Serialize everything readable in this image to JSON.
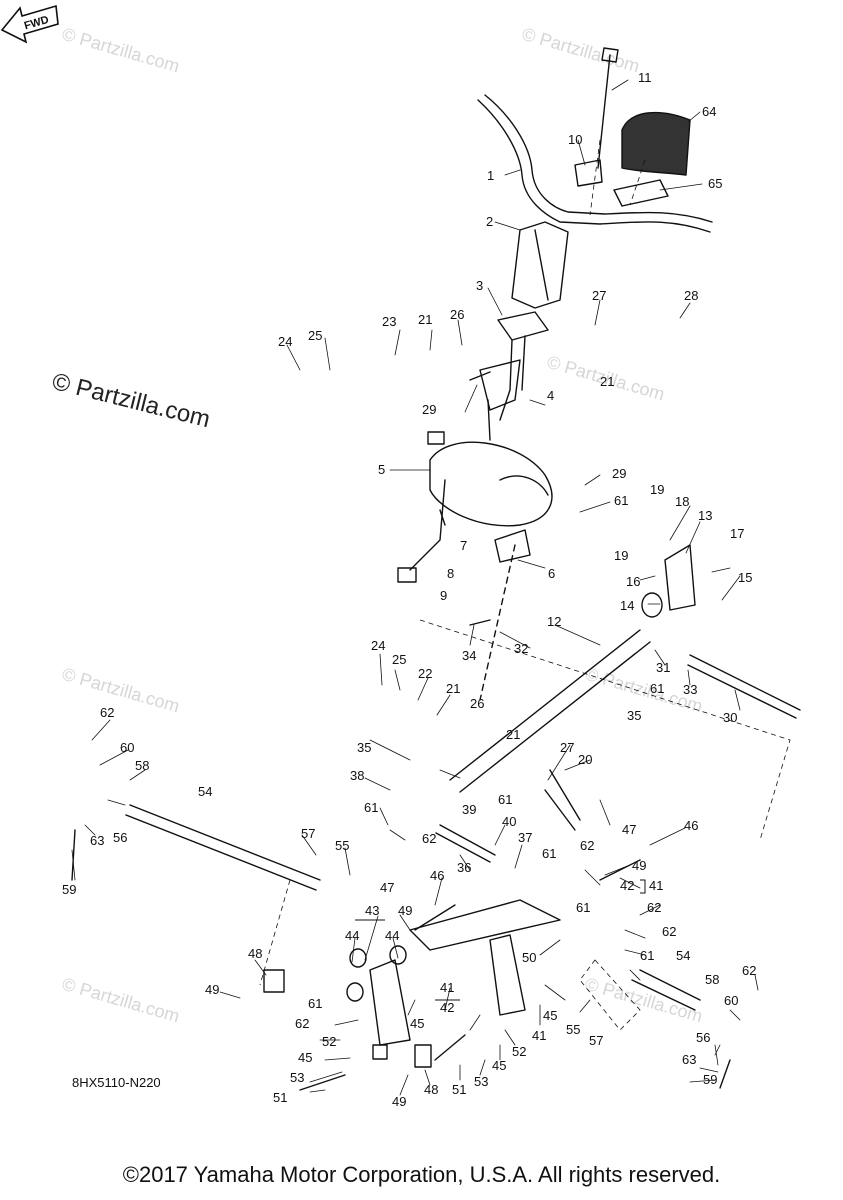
{
  "diagram": {
    "watermark": "© Partzilla.com",
    "diagram_code": "8HX5110-N220",
    "fwd_label": "FWD",
    "copyright": "©2017 Yamaha Motor Corporation, U.S.A. All rights reserved.",
    "callouts": [
      "1",
      "2",
      "3",
      "4",
      "5",
      "6",
      "7",
      "8",
      "9",
      "10",
      "11",
      "12",
      "13",
      "14",
      "15",
      "16",
      "17",
      "18",
      "19",
      "20",
      "21",
      "22",
      "23",
      "24",
      "25",
      "26",
      "27",
      "28",
      "29",
      "30",
      "31",
      "32",
      "33",
      "34",
      "35",
      "36",
      "37",
      "38",
      "39",
      "40",
      "41",
      "42",
      "43",
      "44",
      "45",
      "46",
      "47",
      "48",
      "49",
      "50",
      "51",
      "52",
      "53",
      "54",
      "55",
      "56",
      "57",
      "58",
      "59",
      "60",
      "61",
      "62",
      "63",
      "64",
      "65"
    ]
  }
}
